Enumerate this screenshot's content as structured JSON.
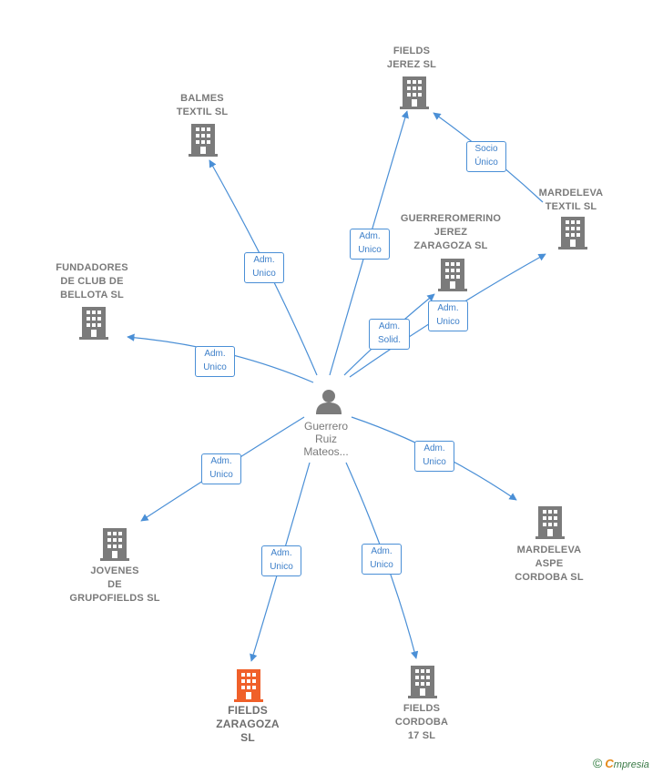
{
  "center": {
    "lines": [
      "Guerrero",
      "Ruiz",
      "Mateos..."
    ]
  },
  "companies": [
    {
      "id": "balmes",
      "lines": [
        "BALMES",
        "TEXTIL  SL"
      ]
    },
    {
      "id": "fields-jerez",
      "lines": [
        "FIELDS",
        "JEREZ  SL"
      ]
    },
    {
      "id": "mardeleva-textil",
      "lines": [
        "MARDELEVA",
        "TEXTIL  SL"
      ]
    },
    {
      "id": "guerreromerino",
      "lines": [
        "GUERREROMERINO",
        "JEREZ",
        "ZARAGOZA  SL"
      ]
    },
    {
      "id": "fundadores",
      "lines": [
        "FUNDADORES",
        "DE CLUB DE",
        "BELLOTA  SL"
      ]
    },
    {
      "id": "jovenes",
      "lines": [
        "JOVENES",
        "DE",
        "GRUPOFIELDS SL"
      ]
    },
    {
      "id": "fields-zaragoza",
      "lines": [
        "FIELDS",
        "ZARAGOZA",
        "SL"
      ]
    },
    {
      "id": "fields-cordoba",
      "lines": [
        "FIELDS",
        "CORDOBA",
        "17  SL"
      ]
    },
    {
      "id": "mardeleva-aspe",
      "lines": [
        "MARDELEVA",
        "ASPE",
        "CORDOBA  SL"
      ]
    }
  ],
  "relations": [
    {
      "id": "r-balmes",
      "lines": [
        "Adm.",
        "Unico"
      ]
    },
    {
      "id": "r-fields-jerez",
      "lines": [
        "Adm.",
        "Unico"
      ]
    },
    {
      "id": "r-socio",
      "lines": [
        "Socio",
        "Único"
      ]
    },
    {
      "id": "r-guerreromerino",
      "lines": [
        "Adm.",
        "Solid."
      ]
    },
    {
      "id": "r-mardeleva-textil",
      "lines": [
        "Adm.",
        "Unico"
      ]
    },
    {
      "id": "r-fundadores",
      "lines": [
        "Adm.",
        "Unico"
      ]
    },
    {
      "id": "r-jovenes",
      "lines": [
        "Adm.",
        "Unico"
      ]
    },
    {
      "id": "r-fields-zaragoza",
      "lines": [
        "Adm.",
        "Unico"
      ]
    },
    {
      "id": "r-fields-cordoba",
      "lines": [
        "Adm.",
        "Unico"
      ]
    },
    {
      "id": "r-mardeleva-aspe",
      "lines": [
        "Adm.",
        "Unico"
      ]
    }
  ],
  "colors": {
    "edge": "#4a8fd6",
    "building": "#7b7b7b",
    "building_highlight": "#f0602a",
    "person": "#7b7b7b"
  },
  "brand": {
    "copyright": "©",
    "initial": "C",
    "rest": "mpresia"
  }
}
